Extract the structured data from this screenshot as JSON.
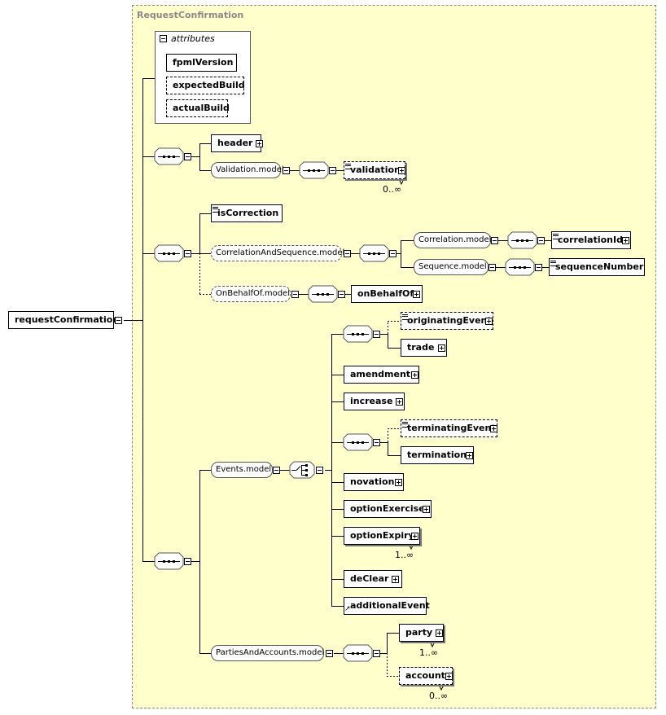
{
  "frame_title": "RequestConfirmation",
  "attributes_label": "attributes",
  "root": "requestConfirmation",
  "attributes": [
    "fpmlVersion",
    "expectedBuild",
    "actualBuild"
  ],
  "header": "header",
  "validation_model": "Validation.model",
  "validation": "validation",
  "validation_card": "0..∞",
  "is_correction": "isCorrection",
  "correlation_and_sequence_model": "CorrelationAndSequence.model",
  "correlation_model": "Correlation.model",
  "correlation_id": "correlationId",
  "sequence_model": "Sequence.model",
  "sequence_number": "sequenceNumber",
  "on_behalf_of_model": "OnBehalfOf.model",
  "on_behalf_of": "onBehalfOf",
  "events_model": "Events.model",
  "events": {
    "originating_event": "originatingEvent",
    "trade": "trade",
    "amendment": "amendment",
    "increase": "increase",
    "terminating_event": "terminatingEvent",
    "termination": "termination",
    "novation": "novation",
    "option_exercise": "optionExercise",
    "option_expiry": "optionExpiry",
    "option_expiry_card": "1..∞",
    "de_clear": "deClear",
    "additional_event": "additionalEvent"
  },
  "parties_and_accounts_model": "PartiesAndAccounts.model",
  "party": "party",
  "party_card": "1..∞",
  "account": "account",
  "account_card": "0..∞",
  "colors": {
    "frame_background": "#ffffcc",
    "frame_border": "#888888",
    "element_border": "#000000"
  },
  "icons": {
    "expand": "plus-box-icon",
    "collapse": "minus-box-icon",
    "sequence": "sequence-compositor-icon",
    "choice": "choice-compositor-icon",
    "documentation": "documentation-icon",
    "reference": "reference-arrow-icon"
  }
}
